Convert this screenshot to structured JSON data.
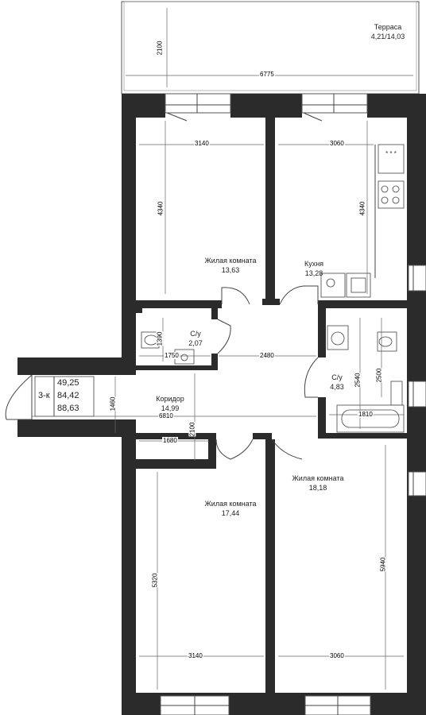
{
  "rooms": {
    "terrace": {
      "name": "Терраса",
      "area": "4,21/14,03"
    },
    "living1": {
      "name": "Жилая комната",
      "area": "13,63"
    },
    "kitchen": {
      "name": "Кухня",
      "area": "13,28"
    },
    "bath1": {
      "name": "С/у",
      "area": "2,07"
    },
    "bath2": {
      "name": "С/у",
      "area": "4,83"
    },
    "corridor": {
      "name": "Коридор",
      "area": "14,99"
    },
    "living2": {
      "name": "Жилая комната",
      "area": "17,44"
    },
    "living3": {
      "name": "Жилая комната",
      "area": "18,18"
    }
  },
  "summary": {
    "type": "3-к",
    "areas": [
      "49,25",
      "84,42",
      "88,63"
    ]
  },
  "dimensions": {
    "terrace_w": "6775",
    "terrace_h": "2100",
    "living1_w": "3140",
    "living1_h": "4340",
    "kitchen_w": "3060",
    "kitchen_h": "4340",
    "bath1_h": "1390",
    "bath1_w": "1750",
    "corridor_top": "2480",
    "bath2_h": "2540",
    "bath2_inner_h": "2500",
    "bath2_w": "1810",
    "corridor_left_h": "1460",
    "corridor_mid_h": "2100",
    "corridor_w": "6810",
    "corridor_bottom_w": "1680",
    "living2_h": "5320",
    "living3_h": "5940",
    "living2_w": "3140",
    "living3_w": "3060"
  }
}
